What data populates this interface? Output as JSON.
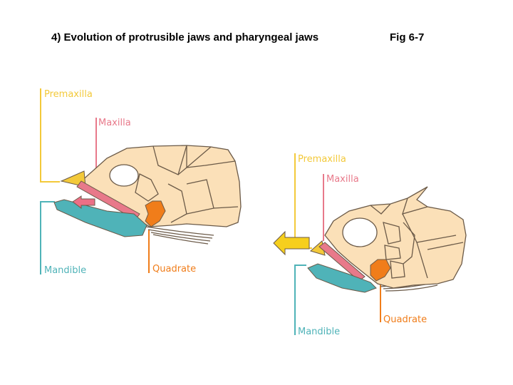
{
  "slide": {
    "title": "4)  Evolution of protrusible jaws and pharyngeal jaws",
    "figure_ref": "Fig 6-7"
  },
  "diagram": {
    "left_head": {
      "labels": {
        "premaxilla": "Premaxilla",
        "maxilla": "Maxilla",
        "mandible": "Mandible",
        "quadrate": "Quadrate"
      },
      "arrow": "arrow-left"
    },
    "right_head": {
      "labels": {
        "premaxilla": "Premaxilla",
        "maxilla": "Maxilla",
        "mandible": "Mandible",
        "quadrate": "Quadrate"
      },
      "arrow": "arrow-left"
    },
    "colors": {
      "premaxilla": "#f3c93a",
      "maxilla": "#e8798a",
      "mandible": "#4fb3b8",
      "quadrate": "#f07d1a",
      "skull": "#fbe0b8",
      "outline": "#6b5a48",
      "arrow_left_fill": "#ec6f86",
      "arrow_right_fill": "#f6cf1d"
    }
  }
}
